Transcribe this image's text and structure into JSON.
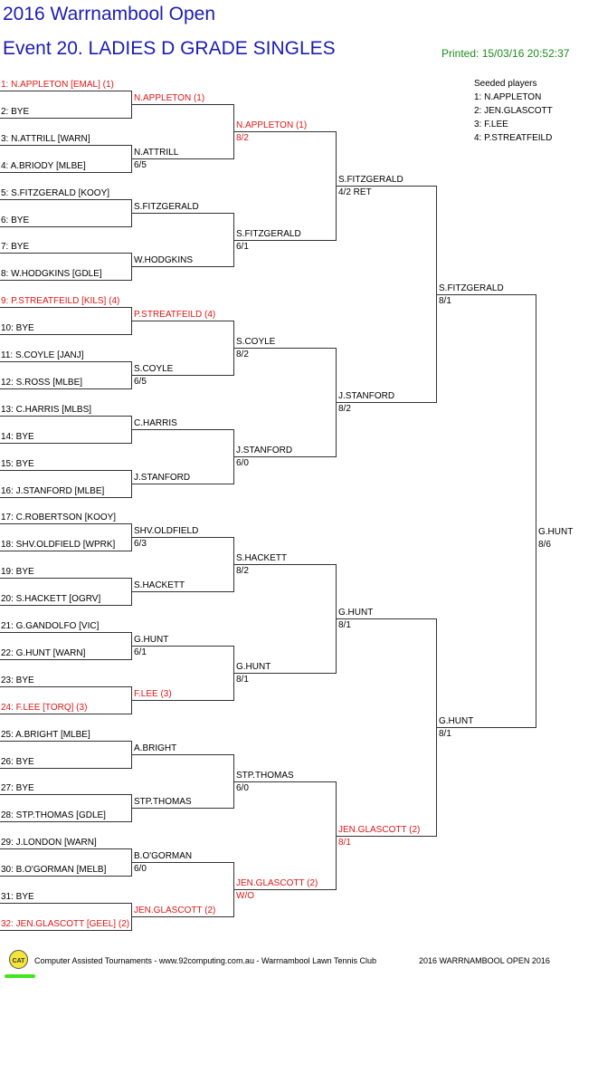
{
  "header": {
    "title": "2016 Warrnambool Open",
    "event": "Event 20. LADIES D GRADE SINGLES",
    "printed": "Printed: 15/03/16 20:52:37"
  },
  "seeds": {
    "heading": "Seeded players",
    "items": [
      "1: N.APPLETON",
      "2: JEN.GLASCOTT",
      "3: F.LEE",
      "4: P.STREATFEILD"
    ]
  },
  "colors": {
    "title": "#1c1cb4",
    "printed": "#1e8c1e",
    "seeded": "#e01414"
  },
  "round1": [
    {
      "name": "1: N.APPLETON [EMAL] (1)",
      "seeded": true
    },
    {
      "name": "2: BYE",
      "seeded": false
    },
    {
      "name": "3: N.ATTRILL [WARN]",
      "seeded": false
    },
    {
      "name": "4: A.BRIODY [MLBE]",
      "seeded": false
    },
    {
      "name": "5: S.FITZGERALD [KOOY]",
      "seeded": false
    },
    {
      "name": "6: BYE",
      "seeded": false
    },
    {
      "name": "7: BYE",
      "seeded": false
    },
    {
      "name": "8: W.HODGKINS [GDLE]",
      "seeded": false
    },
    {
      "name": "9: P.STREATFEILD [KILS] (4)",
      "seeded": true
    },
    {
      "name": "10: BYE",
      "seeded": false
    },
    {
      "name": "11: S.COYLE [JANJ]",
      "seeded": false
    },
    {
      "name": "12: S.ROSS [MLBE]",
      "seeded": false
    },
    {
      "name": "13: C.HARRIS [MLBS]",
      "seeded": false
    },
    {
      "name": "14: BYE",
      "seeded": false
    },
    {
      "name": "15: BYE",
      "seeded": false
    },
    {
      "name": "16: J.STANFORD [MLBE]",
      "seeded": false
    },
    {
      "name": "17: C.ROBERTSON [KOOY]",
      "seeded": false
    },
    {
      "name": "18: SHV.OLDFIELD [WPRK]",
      "seeded": false
    },
    {
      "name": "19: BYE",
      "seeded": false
    },
    {
      "name": "20: S.HACKETT [OGRV]",
      "seeded": false
    },
    {
      "name": "21: G.GANDOLFO [VIC]",
      "seeded": false
    },
    {
      "name": "22: G.HUNT [WARN]",
      "seeded": false
    },
    {
      "name": "23: BYE",
      "seeded": false
    },
    {
      "name": "24: F.LEE [TORQ] (3)",
      "seeded": true
    },
    {
      "name": "25: A.BRIGHT [MLBE]",
      "seeded": false
    },
    {
      "name": "26: BYE",
      "seeded": false
    },
    {
      "name": "27: BYE",
      "seeded": false
    },
    {
      "name": "28: STP.THOMAS [GDLE]",
      "seeded": false
    },
    {
      "name": "29: J.LONDON [WARN]",
      "seeded": false
    },
    {
      "name": "30: B.O'GORMAN [MELB]",
      "seeded": false
    },
    {
      "name": "31: BYE",
      "seeded": false
    },
    {
      "name": "32: JEN.GLASCOTT [GEEL] (2)",
      "seeded": true
    }
  ],
  "rounds": [
    [
      {
        "name": "N.APPLETON (1)",
        "score": "",
        "seeded": true
      },
      {
        "name": "N.ATTRILL",
        "score": "6/5",
        "seeded": false
      },
      {
        "name": "S.FITZGERALD",
        "score": "",
        "seeded": false
      },
      {
        "name": "W.HODGKINS",
        "score": "",
        "seeded": false
      },
      {
        "name": "P.STREATFEILD (4)",
        "score": "",
        "seeded": true
      },
      {
        "name": "S.COYLE",
        "score": "6/5",
        "seeded": false
      },
      {
        "name": "C.HARRIS",
        "score": "",
        "seeded": false
      },
      {
        "name": "J.STANFORD",
        "score": "",
        "seeded": false
      },
      {
        "name": "SHV.OLDFIELD",
        "score": "6/3",
        "seeded": false
      },
      {
        "name": "S.HACKETT",
        "score": "",
        "seeded": false
      },
      {
        "name": "G.HUNT",
        "score": "6/1",
        "seeded": false
      },
      {
        "name": "F.LEE (3)",
        "score": "",
        "seeded": true
      },
      {
        "name": "A.BRIGHT",
        "score": "",
        "seeded": false
      },
      {
        "name": "STP.THOMAS",
        "score": "",
        "seeded": false
      },
      {
        "name": "B.O'GORMAN",
        "score": "6/0",
        "seeded": false
      },
      {
        "name": "JEN.GLASCOTT (2)",
        "score": "",
        "seeded": true
      }
    ],
    [
      {
        "name": "N.APPLETON (1)",
        "score": "8/2",
        "seeded": true
      },
      {
        "name": "S.FITZGERALD",
        "score": "6/1",
        "seeded": false
      },
      {
        "name": "S.COYLE",
        "score": "8/2",
        "seeded": false
      },
      {
        "name": "J.STANFORD",
        "score": "6/0",
        "seeded": false
      },
      {
        "name": "S.HACKETT",
        "score": "8/2",
        "seeded": false
      },
      {
        "name": "G.HUNT",
        "score": "8/1",
        "seeded": false
      },
      {
        "name": "STP.THOMAS",
        "score": "6/0",
        "seeded": false
      },
      {
        "name": "JEN.GLASCOTT (2)",
        "score": "W/O",
        "seeded": true
      }
    ],
    [
      {
        "name": "S.FITZGERALD",
        "score": "4/2 RET",
        "seeded": false
      },
      {
        "name": "J.STANFORD",
        "score": "8/2",
        "seeded": false
      },
      {
        "name": "G.HUNT",
        "score": "8/1",
        "seeded": false
      },
      {
        "name": "JEN.GLASCOTT (2)",
        "score": "8/1",
        "seeded": true
      }
    ],
    [
      {
        "name": "S.FITZGERALD",
        "score": "8/1",
        "seeded": false
      },
      {
        "name": "G.HUNT",
        "score": "8/1",
        "seeded": false
      }
    ],
    [
      {
        "name": "G.HUNT",
        "score": "8/6",
        "seeded": false
      }
    ]
  ],
  "footer": {
    "logo_text": "CAT",
    "credit": "Computer Assisted Tournaments - www.92computing.com.au -  Warrnambool Lawn Tennis Club",
    "event": "2016 WARRNAMBOOL OPEN 2016"
  }
}
